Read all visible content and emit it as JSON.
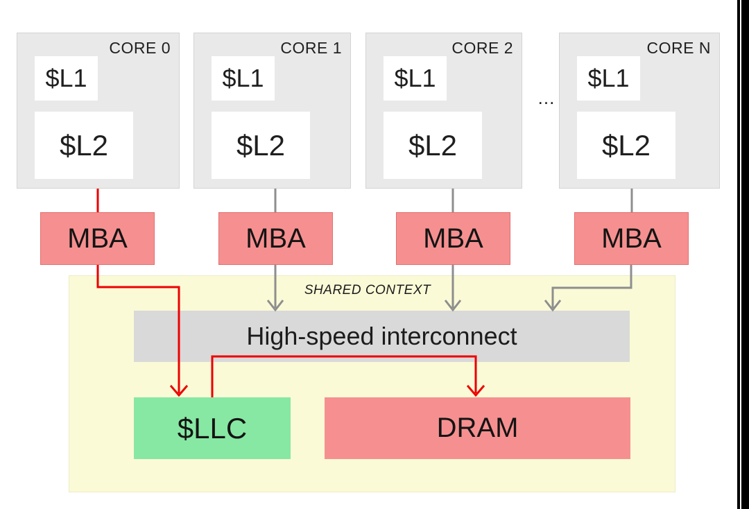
{
  "diagram": {
    "cores": [
      {
        "label": "CORE 0",
        "l1": "$L1",
        "l2": "$L2"
      },
      {
        "label": "CORE 1",
        "l1": "$L1",
        "l2": "$L2"
      },
      {
        "label": "CORE 2",
        "l1": "$L1",
        "l2": "$L2"
      },
      {
        "label": "CORE N",
        "l1": "$L1",
        "l2": "$L2"
      }
    ],
    "ellipsis": "...",
    "mba_label": "MBA",
    "shared_context": {
      "label": "SHARED CONTEXT",
      "interconnect_label": "High-speed interconnect",
      "llc_label": "$LLC",
      "dram_label": "DRAM"
    },
    "colors": {
      "core_fill": "#e9e9e9",
      "cache_fill": "#ffffff",
      "mba_fill": "#f69090",
      "mba_border": "#e36e6e",
      "shared_fill": "#fafad7",
      "interconnect_fill": "#d9d9d9",
      "llc_fill": "#87e8a3",
      "dram_fill": "#f69090",
      "highlight_arrow": "#ee0000",
      "normal_arrow": "#8e8e8e"
    },
    "connections": [
      {
        "from": "CORE 0",
        "to": "MBA",
        "style": "highlight"
      },
      {
        "from": "MBA (CORE 0)",
        "to": "$LLC",
        "style": "highlight"
      },
      {
        "from": "$LLC",
        "to": "DRAM",
        "style": "highlight"
      },
      {
        "from": "CORE 1",
        "to": "MBA",
        "style": "normal"
      },
      {
        "from": "MBA (CORE 1)",
        "to": "High-speed interconnect",
        "style": "normal"
      },
      {
        "from": "CORE 2",
        "to": "MBA",
        "style": "normal"
      },
      {
        "from": "MBA (CORE 2)",
        "to": "High-speed interconnect",
        "style": "normal"
      },
      {
        "from": "CORE N",
        "to": "MBA",
        "style": "normal"
      },
      {
        "from": "MBA (CORE N)",
        "to": "High-speed interconnect",
        "style": "normal"
      }
    ]
  }
}
